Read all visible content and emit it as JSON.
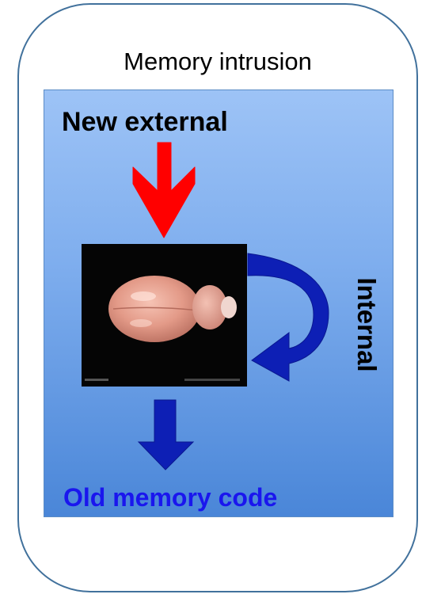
{
  "diagram": {
    "title": "Memory intrusion",
    "input_label": "New external",
    "loop_label": "Internal",
    "output_label": "Old memory code",
    "colors": {
      "card_border": "#41719c",
      "panel_top": "#9dc3f6",
      "panel_bottom": "#4a86d8",
      "external_arrow": "#ff0000",
      "internal_arrow": "#0d1fb5",
      "output_arrow": "#0d1fb5",
      "output_text": "#1a16ee"
    },
    "image": {
      "subject": "brain-photo"
    }
  }
}
